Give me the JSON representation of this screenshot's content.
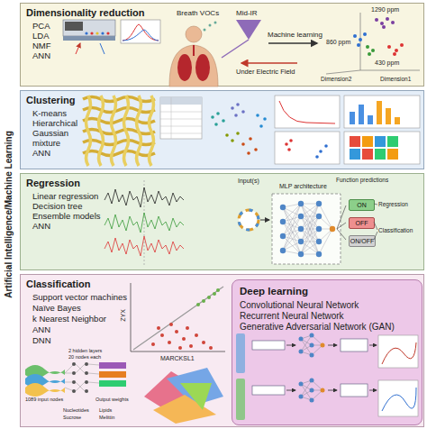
{
  "diagram": {
    "nodes": [
      {
        "text": [
          "Dimensionality reduction",
          "PCA",
          "LDA",
          "NMF",
          "ANN"
        ]
      },
      {
        "text": [
          "Clustering",
          "K-means",
          "Hierarchical",
          "Gaussian mixture",
          "ANN"
        ]
      },
      {
        "text": [
          "Regression",
          "Linear regression",
          "Decision tree",
          "Ensemble models",
          "ANN"
        ]
      },
      {
        "text": [
          "ON"
        ],
        "in": 2
      },
      {
        "text": [
          "OFF"
        ],
        "in": 2
      },
      {
        "text": [
          "ON/OFF"
        ],
        "in": 2
      },
      {
        "text": [
          "Classification",
          "Support vector machines",
          "Naïve Bayes",
          "k Nearest Neighbor",
          "ANN",
          "DNN"
        ]
      },
      {
        "text": [
          "Deep learning",
          "Convolutional Neural Network",
          "Recurrent Neural Network",
          "Generative Adversarial Network (GAN)"
        ],
        "in": 6
      }
    ],
    "labels": [
      "Artificial Intelligence/Machine Learning",
      "Breath VOCs",
      "Mid-IR",
      "Machine learning",
      "Under Electric Field",
      "1290 ppm",
      "860 ppm",
      "430 ppm",
      "Dimension2",
      "Dimension1",
      "Input(s)",
      "MLP architecture",
      "Function predictions",
      "Regression",
      "Classification",
      "ZYX",
      "MARCKSL1",
      "1089 input nodes",
      "2 hidden layers",
      "20 nodes each",
      "Output weights",
      "Nucleotides",
      "Sucrose",
      "Lipids",
      "Melittin"
    ]
  }
}
